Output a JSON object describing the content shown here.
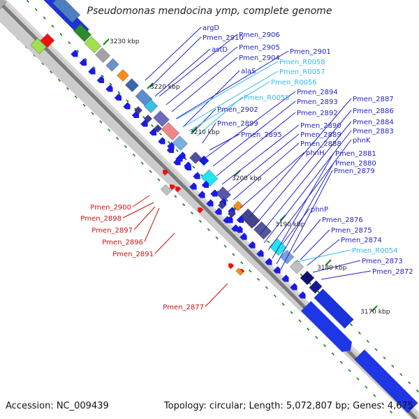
{
  "title": "Pseudomonas mendocina ymp, complete genome",
  "footer": {
    "accession": "Accession: NC_009439",
    "topology": "Topology: circular; Length: 5,072,807 bp; Genes: 4,675"
  },
  "colors": {
    "cds_forward": "#1a1ae6",
    "cds_reverse": "#ee1111",
    "trna": "#22ccee",
    "label_forward": "#2222cc",
    "label_reverse": "#cc1111",
    "label_trna": "#33bbee",
    "backbone": "#888888",
    "tick": "#118811"
  },
  "scale_ticks": [
    "3230 kbp",
    "3220 kbp",
    "3210 kbp",
    "3200 kbp",
    "3190 kbp",
    "3180 kbp",
    "3170 kbp"
  ],
  "labels_forward": [
    "argD",
    "Pmen_2910",
    "Pmen_2906",
    "astD",
    "Pmen_2905",
    "Pmen_2904",
    "Pmen_2901",
    "alaS",
    "Pmen_2902",
    "Pmen_2899",
    "Pmen_2895",
    "Pmen_2894",
    "Pmen_2893",
    "Pmen_2892",
    "Pmen_2890",
    "Pmen_2889",
    "Pmen_2888",
    "phnH",
    "Pmen_2887",
    "Pmen_2886",
    "Pmen_2884",
    "Pmen_2883",
    "phnK",
    "Pmen_2881",
    "Pmen_2880",
    "Pmen_2879",
    "phnP",
    "Pmen_2876",
    "Pmen_2875",
    "Pmen_2874",
    "Pmen_2873",
    "Pmen_2872"
  ],
  "labels_trna": [
    "Pmen_R0058",
    "Pmen_R0057",
    "Pmen_R0056",
    "Pmen_R0055",
    "Pmen_R0054"
  ],
  "labels_reverse": [
    "Pmen_2900",
    "Pmen_2898",
    "Pmen_2897",
    "Pmen_2896",
    "Pmen_2891",
    "Pmen_2877"
  ]
}
